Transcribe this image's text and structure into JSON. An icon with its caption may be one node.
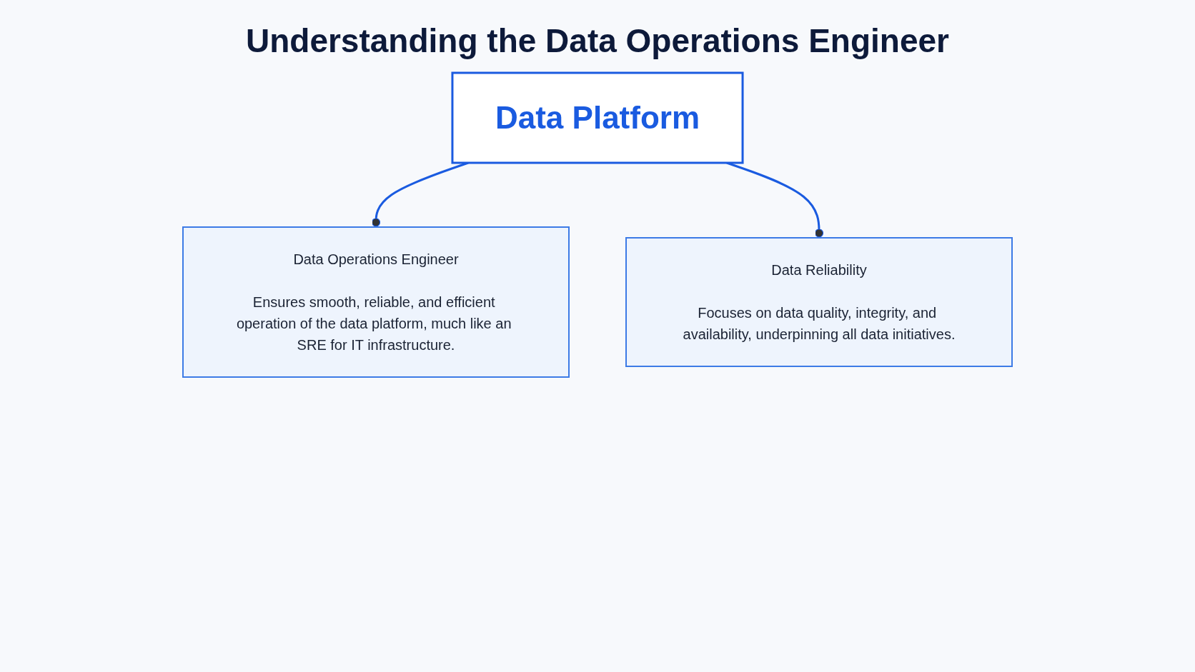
{
  "diagram": {
    "title": "Understanding the Data Operations Engineer",
    "nodes": [
      {
        "text": [
          "Data Platform"
        ]
      },
      {
        "text": [
          "Data Operations Engineer",
          "Ensures smooth, reliable, and efficient operation of the data platform, much like an SRE for IT infrastructure."
        ]
      },
      {
        "text": [
          "Data Reliability",
          "Focuses on data quality, integrity, and availability, underpinning all data initiatives."
        ]
      }
    ],
    "edges": [
      {
        "from": 0,
        "to": 1,
        "arrow": "other"
      },
      {
        "from": 0,
        "to": 2,
        "arrow": "other"
      }
    ]
  }
}
